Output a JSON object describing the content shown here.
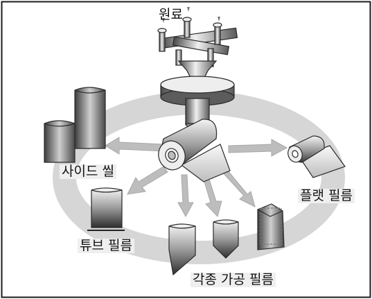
{
  "labels": {
    "raw_material": "원료",
    "side_seal": "사이드 씰",
    "flat_film": "플랫 필름",
    "tube_film": "튜브 필름",
    "processed_film": "각종 가공 필름"
  },
  "colors": {
    "ring": "#d4d4d4",
    "arrow": "#b9b9b9",
    "metal_dark": "#5a5a5a",
    "metal_light": "#e6e6e6",
    "border": "#1a1a1a"
  }
}
